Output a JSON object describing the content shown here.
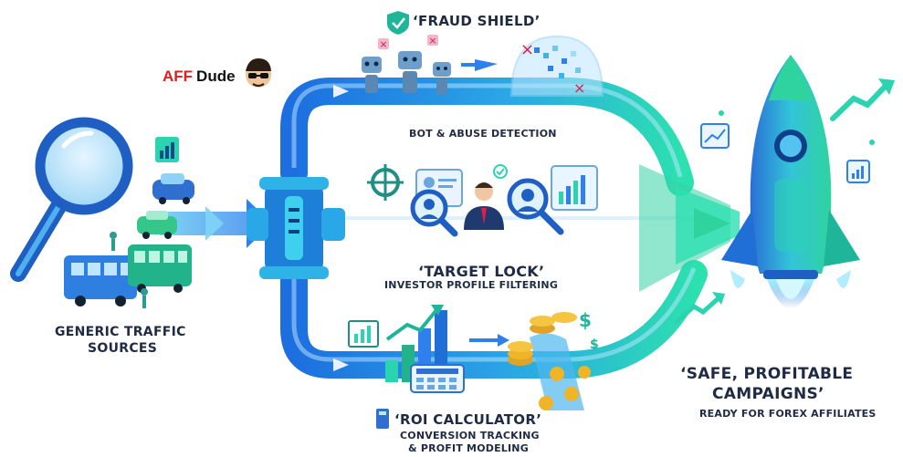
{
  "brand": {
    "part1": "AFF",
    "part2": "Dude",
    "color1": "#e11d1d",
    "color2": "#111111"
  },
  "stages": {
    "fraud_shield": {
      "title": "‘FRAUD SHIELD’",
      "subtitle": "BOT & ABUSE DETECTION"
    },
    "target_lock": {
      "title": "‘TARGET LOCK’",
      "subtitle": "INVESTOR PROFILE FILTERING"
    },
    "roi_calculator": {
      "title": "‘ROI CALCULATOR’",
      "subtitle_line1": "CONVERSION TRACKING",
      "subtitle_line2": "& PROFIT MODELING"
    }
  },
  "source": {
    "line1": "GENERIC TRAFFIC",
    "line2": "SOURCES"
  },
  "result": {
    "line1": "‘SAFE, PROFITABLE",
    "line2": "CAMPAIGNS’",
    "subtitle": "READY FOR FOREX AFFILIATES"
  },
  "icons": {
    "source": "magnifier-icon",
    "splitter": "pipe-valve-icon",
    "fraud": "bot-robot-icon",
    "target": "crosshair-icon",
    "roi": "calculator-icon",
    "result": "rocket-icon"
  },
  "colors": {
    "pipe_blue": "#2f80ed",
    "pipe_teal": "#2ad4b0",
    "text_dark": "#1f2a44",
    "gold": "#f0b429"
  }
}
